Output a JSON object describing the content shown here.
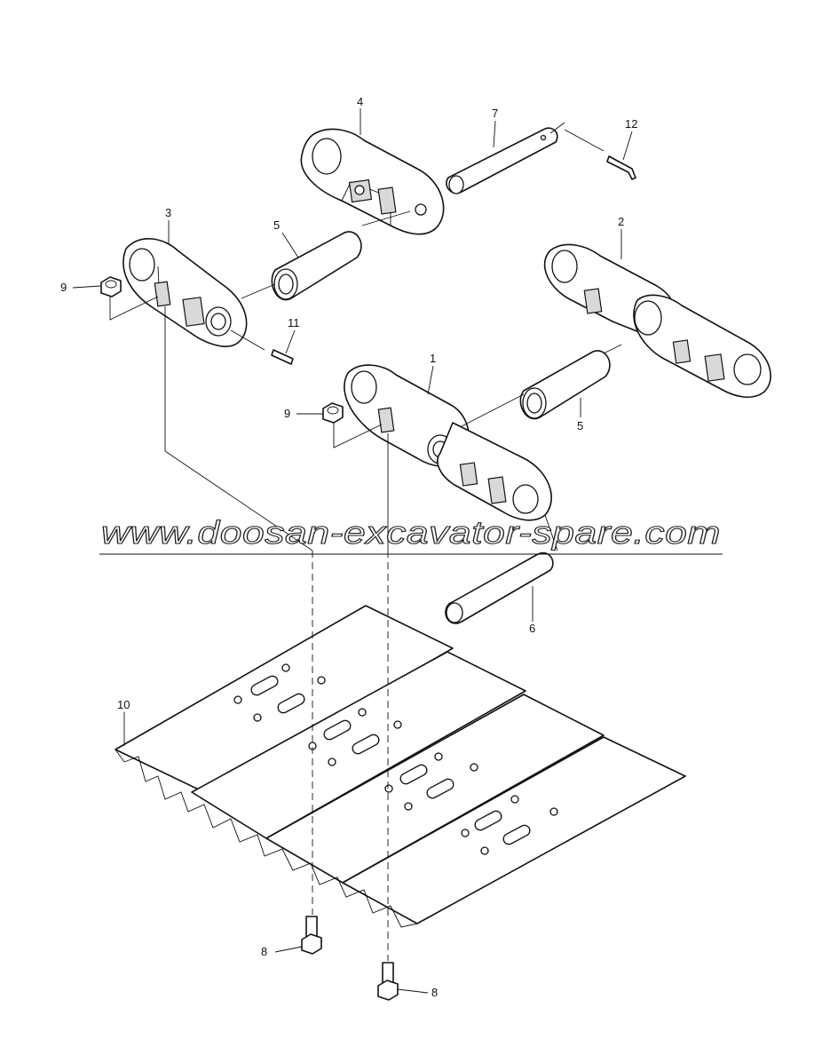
{
  "watermark": "www.doosan-excavator-spare.com",
  "callouts": {
    "c1": "1",
    "c2": "2",
    "c3": "3",
    "c4": "4",
    "c5a": "5",
    "c5b": "5",
    "c6": "6",
    "c7": "7",
    "c8a": "8",
    "c8b": "8",
    "c9a": "9",
    "c9b": "9",
    "c10": "10",
    "c11": "11",
    "c12": "12"
  }
}
